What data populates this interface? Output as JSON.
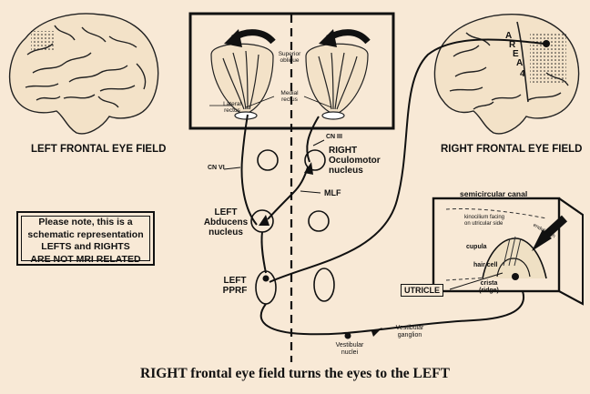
{
  "labels": {
    "left_fef": "LEFT FRONTAL EYE FIELD",
    "right_fef": "RIGHT FRONTAL EYE FIELD",
    "area4": [
      "A",
      "R",
      "E",
      "A",
      "4"
    ],
    "superior_oblique": "Superior oblique",
    "medial_rectus": "Medial rectus",
    "lateral_rectus": "Lateral rectus",
    "cn_iii": "CN III",
    "cn_vi": "CN VI",
    "right_oculomotor": [
      "RIGHT",
      "Oculomotor",
      "nucleus"
    ],
    "mlf": "MLF",
    "left_abducens": [
      "LEFT",
      "Abducens",
      "nucleus"
    ],
    "left_pprf": [
      "LEFT",
      "PPRF"
    ],
    "semicircular_canal": "semicircular canal",
    "kinocilium": "kinocilium facing",
    "kinocilium2": "on utricular side",
    "cupula": "cupula",
    "hair_cell": "hair cell",
    "crista": "crista",
    "crista2": "(ridge)",
    "utricle": "UTRICLE",
    "vestibular_nuclei": [
      "Vestibular",
      "nuclei"
    ],
    "vestibular_ganglion": [
      "Vestibular",
      "ganglion"
    ],
    "endolymph": "endolymph"
  },
  "note": [
    "Please note, this is a",
    "schematic representation",
    "LEFTS and RIGHTS",
    "ARE NOT MRI RELATED"
  ],
  "caption": "RIGHT frontal eye field turns the eyes to the LEFT",
  "colors": {
    "background": "#f8e9d6",
    "ink": "#111111"
  }
}
